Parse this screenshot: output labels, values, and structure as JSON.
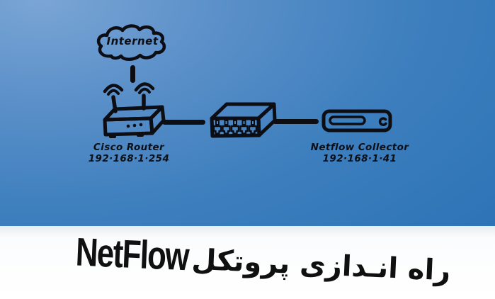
{
  "scene": {
    "internet_cloud": {
      "label": "Internet"
    },
    "devices": [
      {
        "id": "cisco-router",
        "name": "Cisco Router",
        "ip": "192·168·1·254"
      },
      {
        "id": "switch"
      },
      {
        "id": "netflow-collector",
        "name": "Netflow Collector",
        "ip": "192·168·1·41"
      }
    ]
  },
  "banner": {
    "title_fa": "راه انـدازی پروتکل",
    "title_en": "NetFlow"
  },
  "colors": {
    "background_top_left": "#7aa5d5",
    "background_bottom_right": "#2a72b5",
    "sketch_ink": "#0c0e14",
    "banner_background": "#ffffff",
    "title_text": "#101010"
  }
}
